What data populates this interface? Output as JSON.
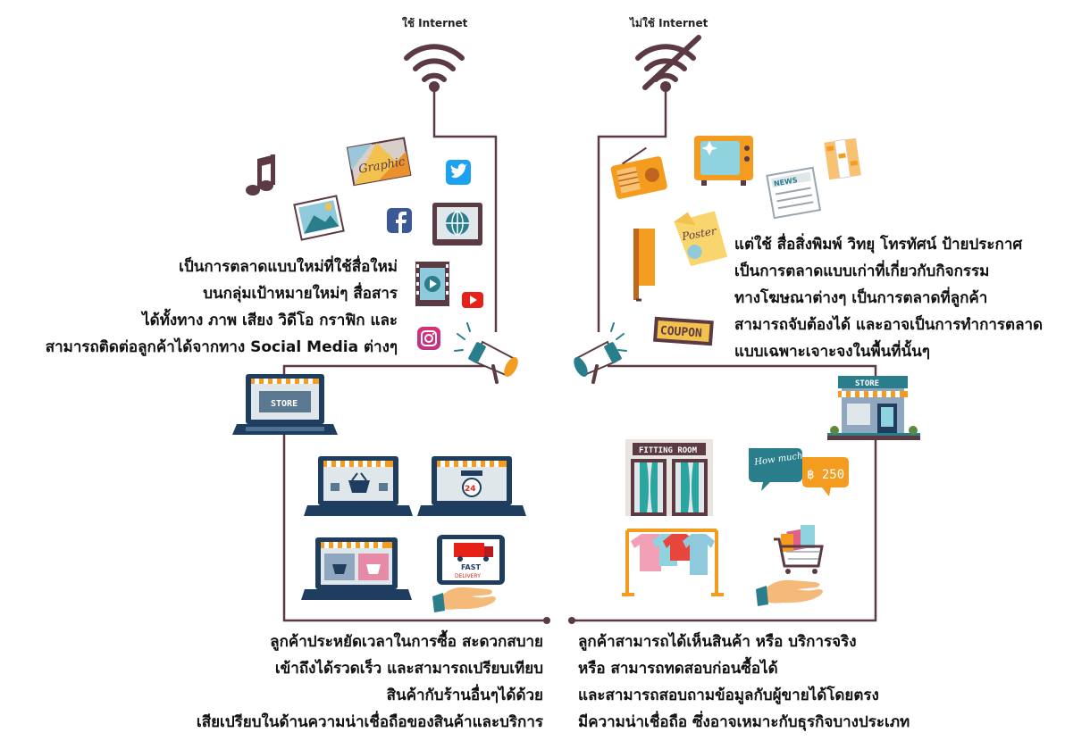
{
  "left": {
    "title": "ใช้ Internet",
    "description": [
      "เป็นการตลาดแบบใหม่ที่ใช้สื่อใหม่",
      "บนกลุ่มเป้าหมายใหม่ๆ สื่อสาร",
      "ได้ทั้งทาง ภาพ เสียง วิดีโอ กราฟิก และ",
      "สามารถติดต่อลูกค้าได้จากทาง Social Media ต่างๆ"
    ],
    "summary": [
      "ลูกค้าประหยัดเวลาในการซื้อ สะดวกสบาย",
      "เข้าถึงได้รวดเร็ว และสามารถเปรียบเทียบ",
      "สินค้ากับร้านอื่นๆได้ด้วย",
      "เสียเปรียบในด้านความน่าเชื่อถือของสินค้าและบริการ"
    ],
    "graphic_text": {
      "graphic": "Graphic",
      "store": "STORE",
      "delivery_24": "24",
      "fast": "FAST",
      "delivery": "DELIVERY"
    }
  },
  "right": {
    "title": "ไม่ใช้ Internet",
    "description": [
      "แต่ใช้ สื่อสิ่งพิมพ์ วิทยุ โทรทัศน์ ป้ายประกาศ",
      "เป็นการตลาดแบบเก่าที่เกี่ยวกับกิจกรรม",
      "ทางโฆษณาต่างๆ เป็นการตลาดที่ลูกค้า",
      "สามารถจับต้องได้ และอาจเป็นการทำการตลาด",
      "แบบเฉพาะเจาะจงในพื้นที่นั้นๆ"
    ],
    "summary": [
      "ลูกค้าสามารถได้เห็นสินค้า หรือ บริการจริง",
      "หรือ สามารถทดสอบก่อนซื้อได้",
      "และสามารถสอบถามข้อมูลกับผู้ขายได้โดยตรง",
      "มีความน่าเชื่อถือ ซึ่งอาจเหมาะกับธุรกิจบางประเภท"
    ],
    "graphic_text": {
      "news": "NEWS",
      "poster": "Poster",
      "coupon": "COUPON",
      "store": "STORE",
      "fitting_room": "FITTING ROOM",
      "how_much": "How much?",
      "price": "฿ 250"
    }
  },
  "colors": {
    "line": "#5b3a44",
    "accent_orange": "#f39c1f",
    "accent_teal": "#2a7e8c",
    "navy": "#1f3d5e",
    "pink": "#e25f8a"
  }
}
